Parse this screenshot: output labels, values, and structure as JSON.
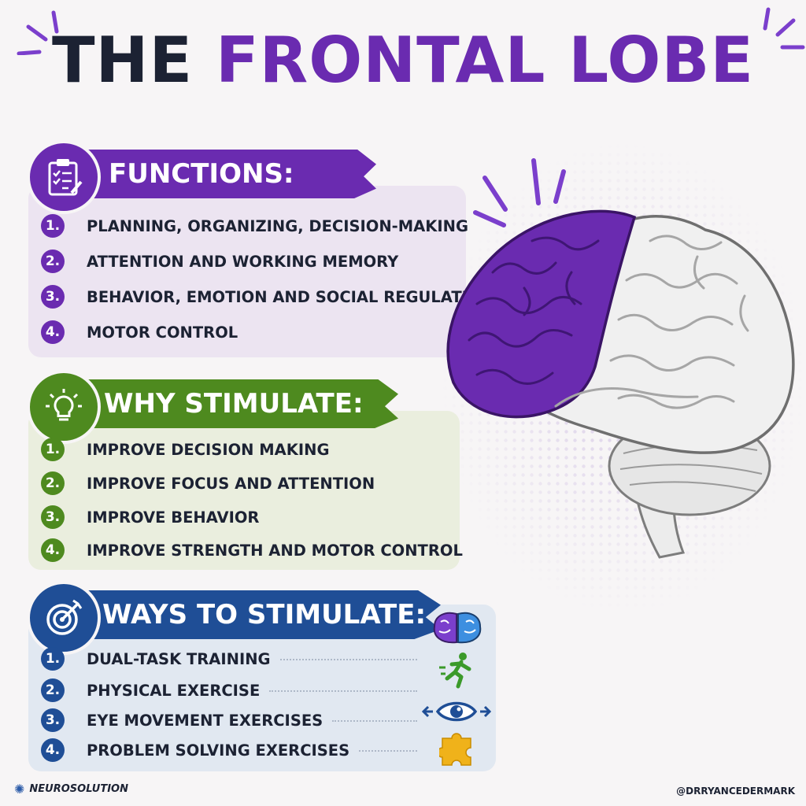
{
  "title": {
    "part1": "THE ",
    "part2": "FRONTAL LOBE"
  },
  "colors": {
    "purple": "#6a2bb0",
    "green": "#4e8a1f",
    "blue": "#1f4e96",
    "dark": "#1c2233"
  },
  "functions": {
    "heading": "FUNCTIONS:",
    "icon": "clipboard-icon",
    "items": [
      {
        "n": "1.",
        "text": "PLANNING, ORGANIZING, DECISION-MAKING"
      },
      {
        "n": "2.",
        "text": "ATTENTION AND WORKING MEMORY"
      },
      {
        "n": "3.",
        "text": "BEHAVIOR, EMOTION AND SOCIAL REGULATION"
      },
      {
        "n": "4.",
        "text": "MOTOR CONTROL"
      }
    ]
  },
  "why": {
    "heading": "WHY STIMULATE:",
    "icon": "lightbulb-icon",
    "items": [
      {
        "n": "1.",
        "text": "IMPROVE DECISION MAKING"
      },
      {
        "n": "2.",
        "text": "IMPROVE FOCUS AND ATTENTION"
      },
      {
        "n": "3.",
        "text": "IMPROVE BEHAVIOR"
      },
      {
        "n": "4.",
        "text": "IMPROVE STRENGTH AND MOTOR CONTROL"
      }
    ]
  },
  "ways": {
    "heading": "WAYS TO STIMULATE:",
    "icon": "target-icon",
    "items": [
      {
        "n": "1.",
        "text": "DUAL-TASK TRAINING",
        "icon": "dual-brain-icon"
      },
      {
        "n": "2.",
        "text": "PHYSICAL EXERCISE",
        "icon": "running-person-icon"
      },
      {
        "n": "3.",
        "text": "EYE MOVEMENT EXERCISES",
        "icon": "eye-icon"
      },
      {
        "n": "4.",
        "text": "PROBLEM SOLVING EXERCISES",
        "icon": "puzzle-icon"
      }
    ]
  },
  "illustration": "brain-icon",
  "footer": {
    "brand": "NEUROSOLUTION",
    "handle": "@DRRYANCEDERMARK"
  }
}
